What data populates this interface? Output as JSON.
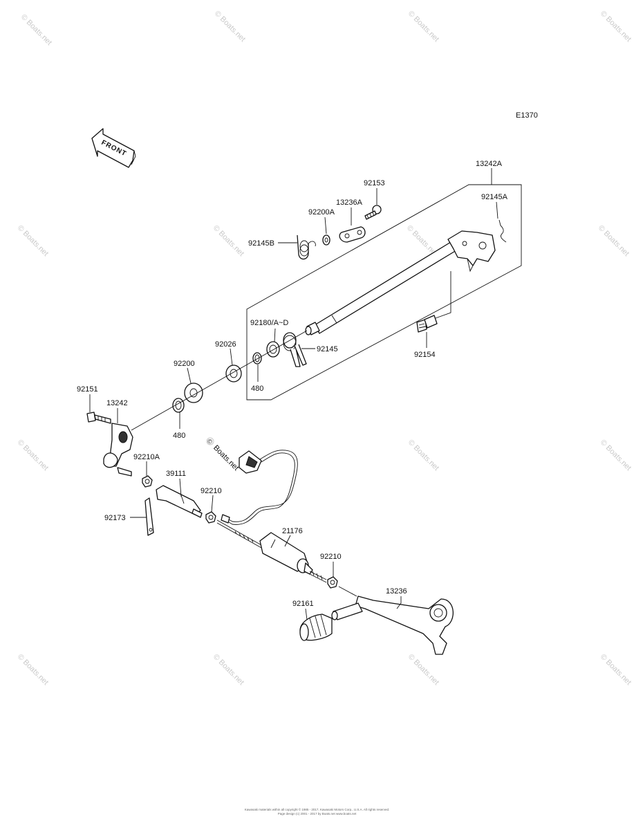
{
  "diagram_code": "E1370",
  "front_arrow_label": "FRONT",
  "watermark_text": "© Boats.net",
  "center_watermark": {
    "symbol": "©",
    "text": "Boats.net"
  },
  "labels": {
    "p13242A": "13242A",
    "p92153": "92153",
    "p92145A": "92145A",
    "p13236A": "13236A",
    "p92200A": "92200A",
    "p92145B": "92145B",
    "p92180": "92180/A~D",
    "p92145": "92145",
    "p92154": "92154",
    "p92026": "92026",
    "p480a": "480",
    "p92200": "92200",
    "p480b": "480",
    "p92151": "92151",
    "p13242": "13242",
    "p92210A": "92210A",
    "p39111": "39111",
    "p92210a": "92210",
    "p92173": "92173",
    "p21176": "21176",
    "p92210b": "92210",
    "p13236": "13236",
    "p92161": "92161"
  },
  "footer": {
    "line1": "Kawasaki materials within all copyright © 1985 - 2017, Kawasaki Motors Corp., U.S.A. All rights reserved.",
    "line2": "Page design (c) 2001 - 2017 by Boats.net www.boats.net"
  }
}
